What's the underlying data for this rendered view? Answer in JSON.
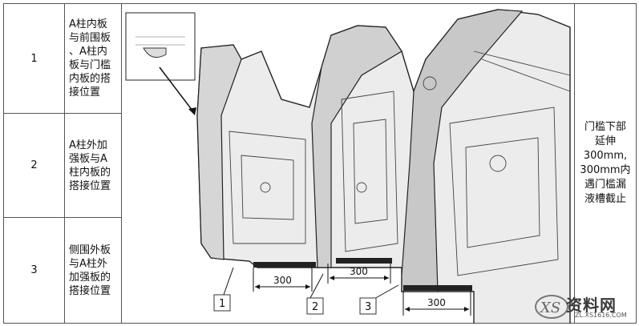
{
  "rows": [
    {
      "number": "1",
      "description": "A柱内板\n与前围板\n、A柱内\n板与门槛\n内板的搭\n接位置"
    },
    {
      "number": "2",
      "description": "A柱外加\n强板与A\n柱内板的\n搭接位置"
    },
    {
      "number": "3",
      "description": "侧围外板\n与A柱外\n加强板的\n搭接位置"
    }
  ],
  "remark": "门槛下部\n延伸\n300mm,\n300mm内\n遇门槛漏\n液槽截止",
  "drawing": {
    "callouts": [
      "1",
      "2",
      "3"
    ],
    "dimensions": [
      "300",
      "300",
      "300"
    ]
  },
  "watermark": {
    "brand": "资料网",
    "url": "ZL.XS1616.COM"
  },
  "colors": {
    "grid": "#555555",
    "drawing_line": "#222222",
    "drawing_fill": "#e8e8e8"
  }
}
